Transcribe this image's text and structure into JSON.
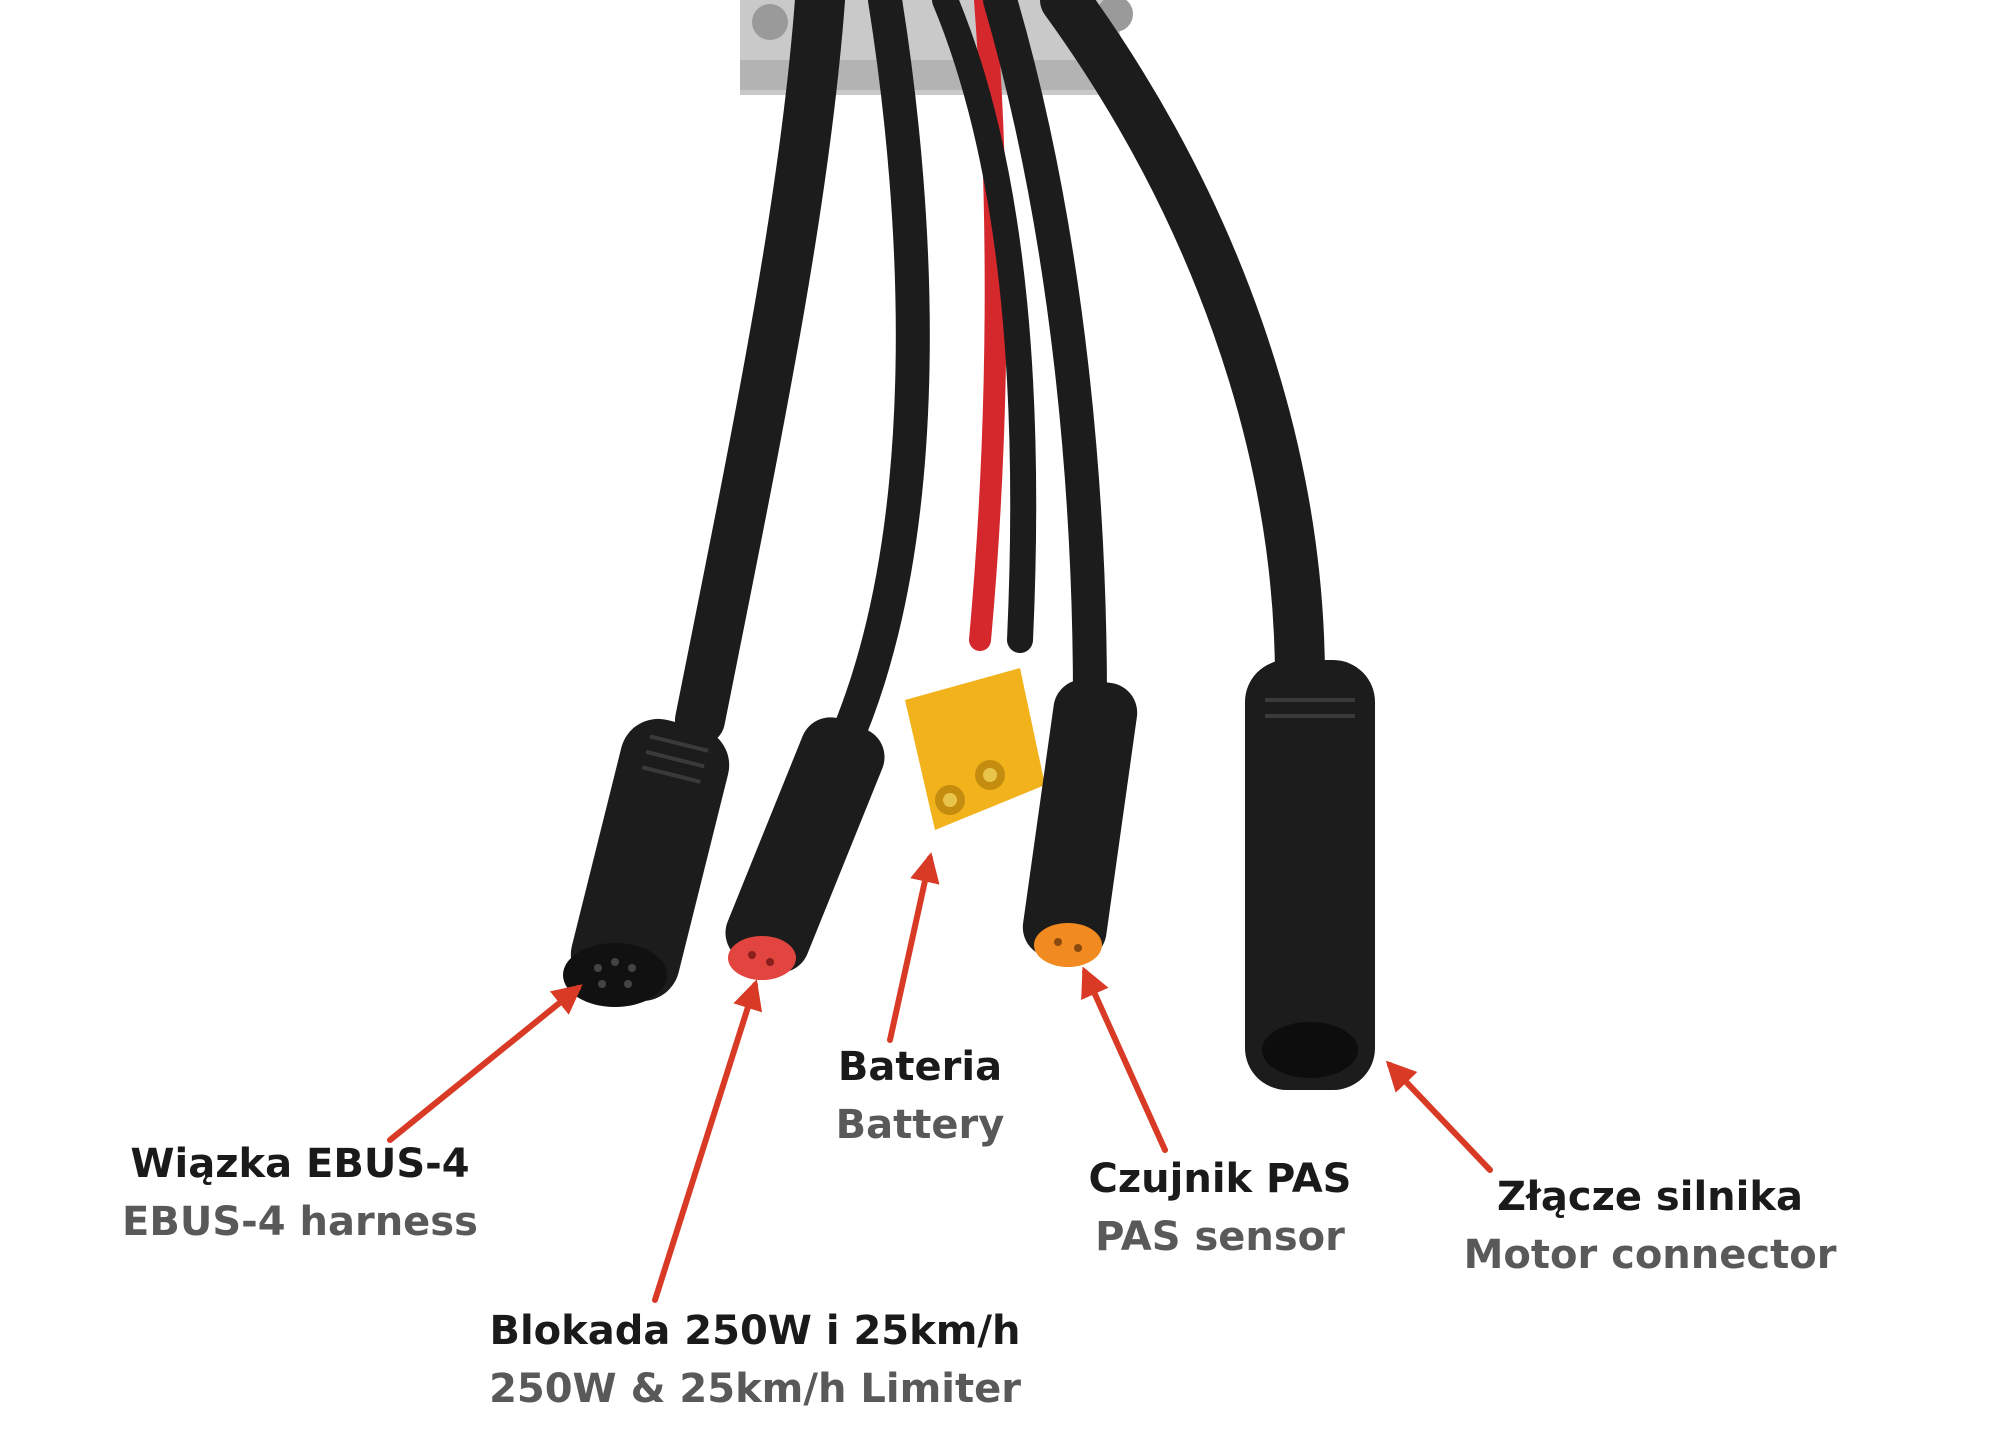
{
  "labels": {
    "ebus": {
      "pl": "Wiązka EBUS-4",
      "en": "EBUS-4 harness"
    },
    "limiter": {
      "pl": "Blokada 250W i 25km/h",
      "en": "250W & 25km/h Limiter"
    },
    "battery": {
      "pl": "Bateria",
      "en": "Battery"
    },
    "pas": {
      "pl": "Czujnik PAS",
      "en": "PAS sensor"
    },
    "motor": {
      "pl": "Złącze silnika",
      "en": "Motor connector"
    }
  },
  "colors": {
    "arrow": "#d93a26",
    "cable": "#1c1c1c",
    "red_wire": "#d4282c",
    "xt60": "#f2b21c",
    "red_pin": "#e2453f",
    "orange_pin": "#f28a22",
    "housing": "#c9c9c9"
  }
}
